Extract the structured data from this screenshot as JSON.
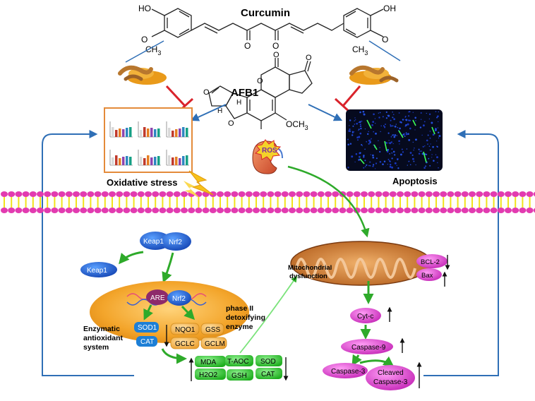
{
  "title": "Curcumin",
  "curcumin_groups": {
    "ho_left": "HO",
    "oh_right": "OH",
    "och3_left": "O",
    "ch3_left": "CH",
    "sub3": "3",
    "o_mid_left": "O",
    "o_mid_right": "O",
    "och3_right": "O",
    "ch3_right": "CH"
  },
  "afb1": {
    "label": "AFB1",
    "o1": "O",
    "o2": "O",
    "o3": "O",
    "o4": "O",
    "o5": "O",
    "h1": "H",
    "h2": "H",
    "och3": "OCH",
    "sub3": "3"
  },
  "ros": "ROS",
  "oxidative_stress": "Oxidative stress",
  "apoptosis": "Apoptosis",
  "keap1_nrf2": {
    "keap1": "Keap1",
    "nrf2": "Nrf2",
    "keap1_free": "Keap1"
  },
  "nucleus": {
    "are": "ARE",
    "nrf2": "Nrf2"
  },
  "phase2": {
    "line1": "phase II",
    "line2": "detoxifying",
    "line3": "enzyme"
  },
  "enzymatic": {
    "line1": "Enzymatic",
    "line2": "antioxidant",
    "line3": "system"
  },
  "enzymes": {
    "sod1": "SOD1",
    "cat": "CAT",
    "nqo1": "NQO1",
    "gss": "GSS",
    "gclc": "GCLC",
    "gclm": "GCLM"
  },
  "markers": {
    "mda": "MDA",
    "h2o2": "H2O2",
    "taoc": "T-AOC",
    "sod": "SOD",
    "gsh": "GSH",
    "cat": "CAT"
  },
  "mito": {
    "line1": "Mitochondrial",
    "line2": "dysfunction",
    "bcl2": "BCL-2",
    "bax": "Bax"
  },
  "cascade": {
    "cytc": "Cyt-c",
    "casp9": "Caspase-9",
    "casp3": "Caspase-3",
    "cleaved1": "Cleaved",
    "cleaved2": "Caspase-3"
  },
  "colors": {
    "membrane_head": "#e23bb0",
    "membrane_tail": "#f1e31a",
    "curcumin_blue": "#2f6fb6",
    "inhibit_red": "#d9232b",
    "arrow_green": "#2eaa2a",
    "keap_blue": "#1e5fc7",
    "nucleus_orange": "#f2a62e",
    "enzyme_blue": "#1d7fd6",
    "enzyme_orange": "#f4b24a",
    "marker_green": "#2fcf2f",
    "casp_magenta": "#e447d8"
  }
}
